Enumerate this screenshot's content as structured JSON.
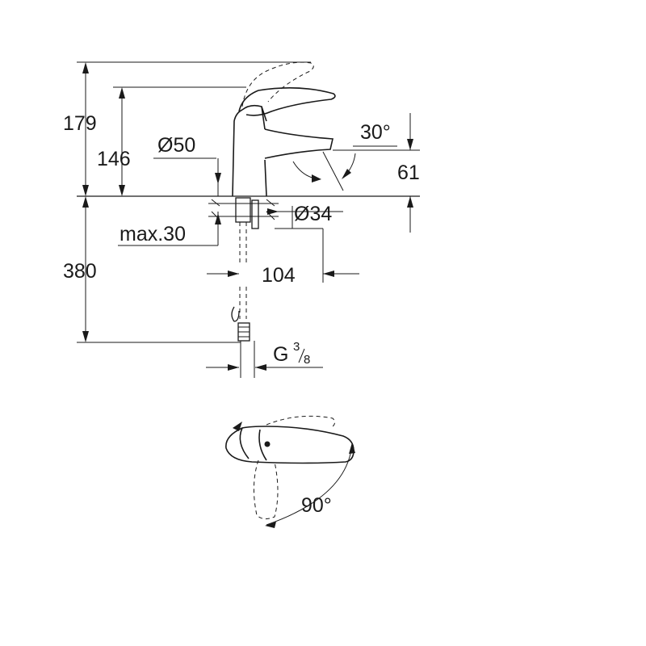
{
  "dimensions": {
    "total_height": "179",
    "lever_height": "146",
    "base_diameter": "Ø50",
    "spout_angle": "30°",
    "spout_height": "61",
    "shank_diameter": "Ø34",
    "max_thickness": "max.30",
    "hose_length": "380",
    "projection": "104",
    "thread_main": "G",
    "thread_num": "3",
    "thread_den": "8",
    "rotation_angle": "90°"
  }
}
